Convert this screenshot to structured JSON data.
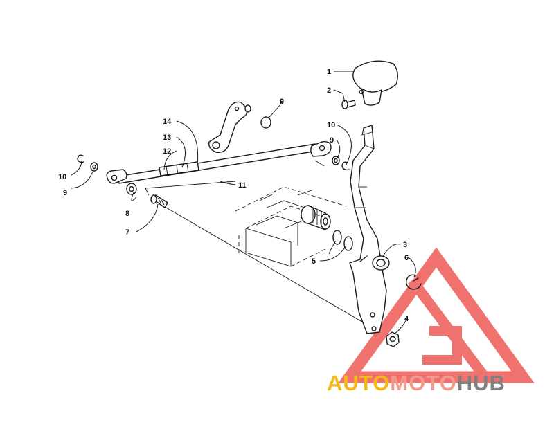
{
  "callouts": {
    "c1": "1",
    "c2": "2",
    "c3": "3",
    "c4": "4",
    "c5": "5",
    "c6": "6",
    "c7": "7",
    "c8": "8",
    "c9a": "9",
    "c9b": "9",
    "c9c": "9",
    "c10a": "10",
    "c10b": "10",
    "c11": "11",
    "c12": "12",
    "c13": "13",
    "c14": "14"
  },
  "watermark": {
    "part1": "AUTO",
    "part2": "MOTO",
    "part3": "HUB",
    "colors": {
      "auto": "#f2b705",
      "moto": "#f08080",
      "hub": "#7a7a7a",
      "triangle": "#e8403c"
    },
    "icon": "triangle-logo-icon"
  }
}
